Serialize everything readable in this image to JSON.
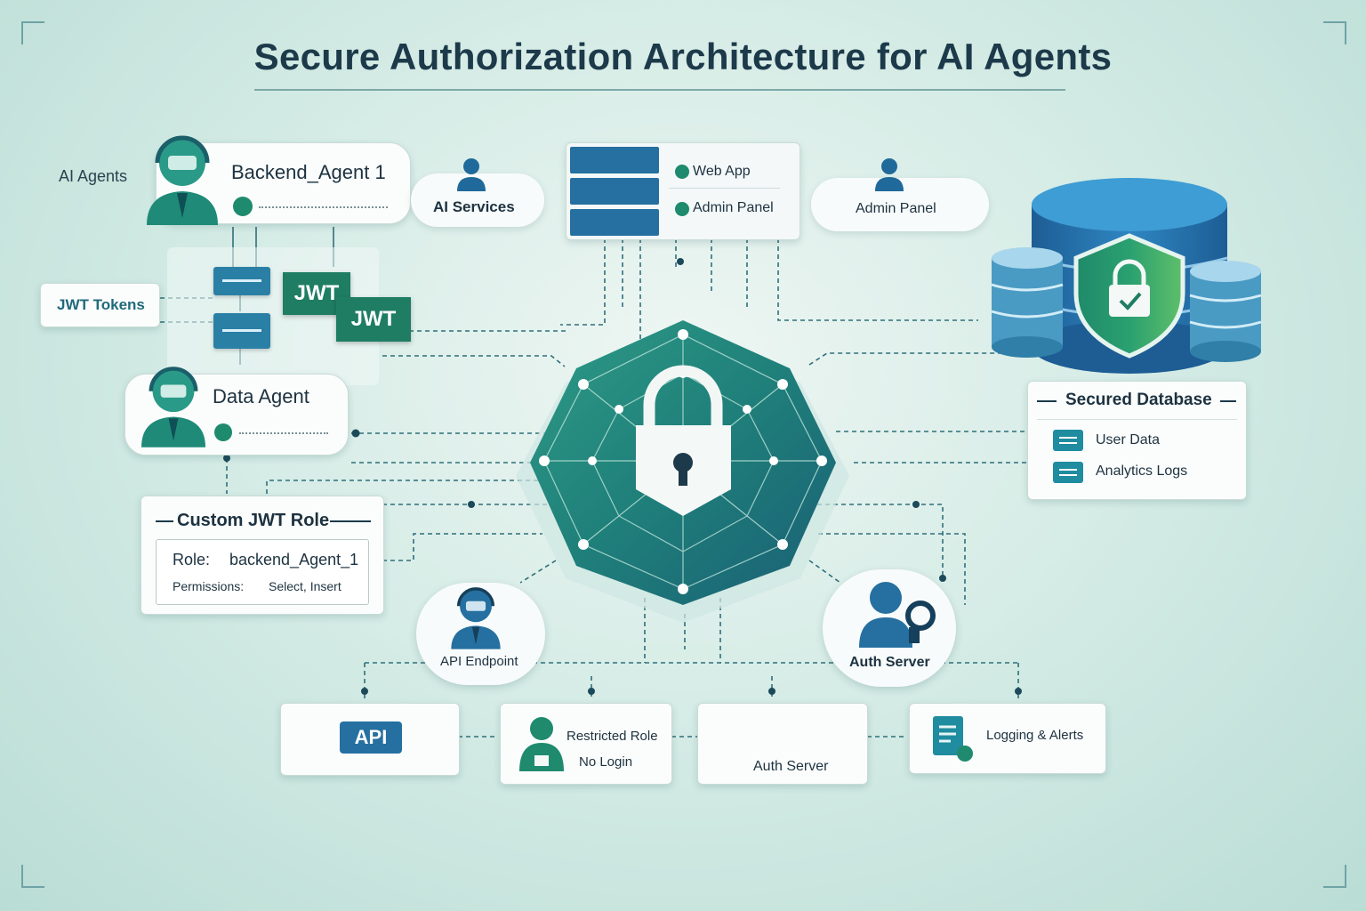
{
  "title": "Secure Authorization Architecture for AI Agents",
  "ai_agents_label": "AI Agents",
  "backend_agent": {
    "name": "Backend_Agent 1"
  },
  "ai_services": {
    "label": "AI Services"
  },
  "app_server": {
    "web_app": "Web App",
    "admin_panel": "Admin Panel"
  },
  "admin_cloud": {
    "label": "Admin Panel"
  },
  "jwt_tokens": {
    "label": "JWT Tokens",
    "token_1": "JWT",
    "token_2": "JWT"
  },
  "data_agent": {
    "name": "Data Agent"
  },
  "custom_role": {
    "title": "Custom JWT Role",
    "role_label": "Role:",
    "role_value": "backend_Agent_1",
    "permissions_label": "Permissions:",
    "permissions_value": "Select, Insert"
  },
  "secured_db": {
    "title": "Secured Database",
    "items": [
      "User Data",
      "Analytics Logs"
    ]
  },
  "api_endpoint": {
    "label": "API Endpoint"
  },
  "auth_server_node": {
    "label": "Auth Server"
  },
  "bottom": {
    "api": "API",
    "restricted_role": "Restricted Role",
    "no_login": "No Login",
    "auth_server": "Auth Server",
    "logging": "Logging & Alerts"
  },
  "colors": {
    "primary_teal": "#1f8ca0",
    "green": "#1e7d63",
    "navy": "#1c3a4a",
    "blue": "#2a6fa5"
  },
  "icons": [
    "agent-headset-icon",
    "server-rack-icon",
    "database-icon",
    "shield-lock-icon",
    "padlock-icon",
    "key-icon",
    "document-icon",
    "person-icon"
  ]
}
